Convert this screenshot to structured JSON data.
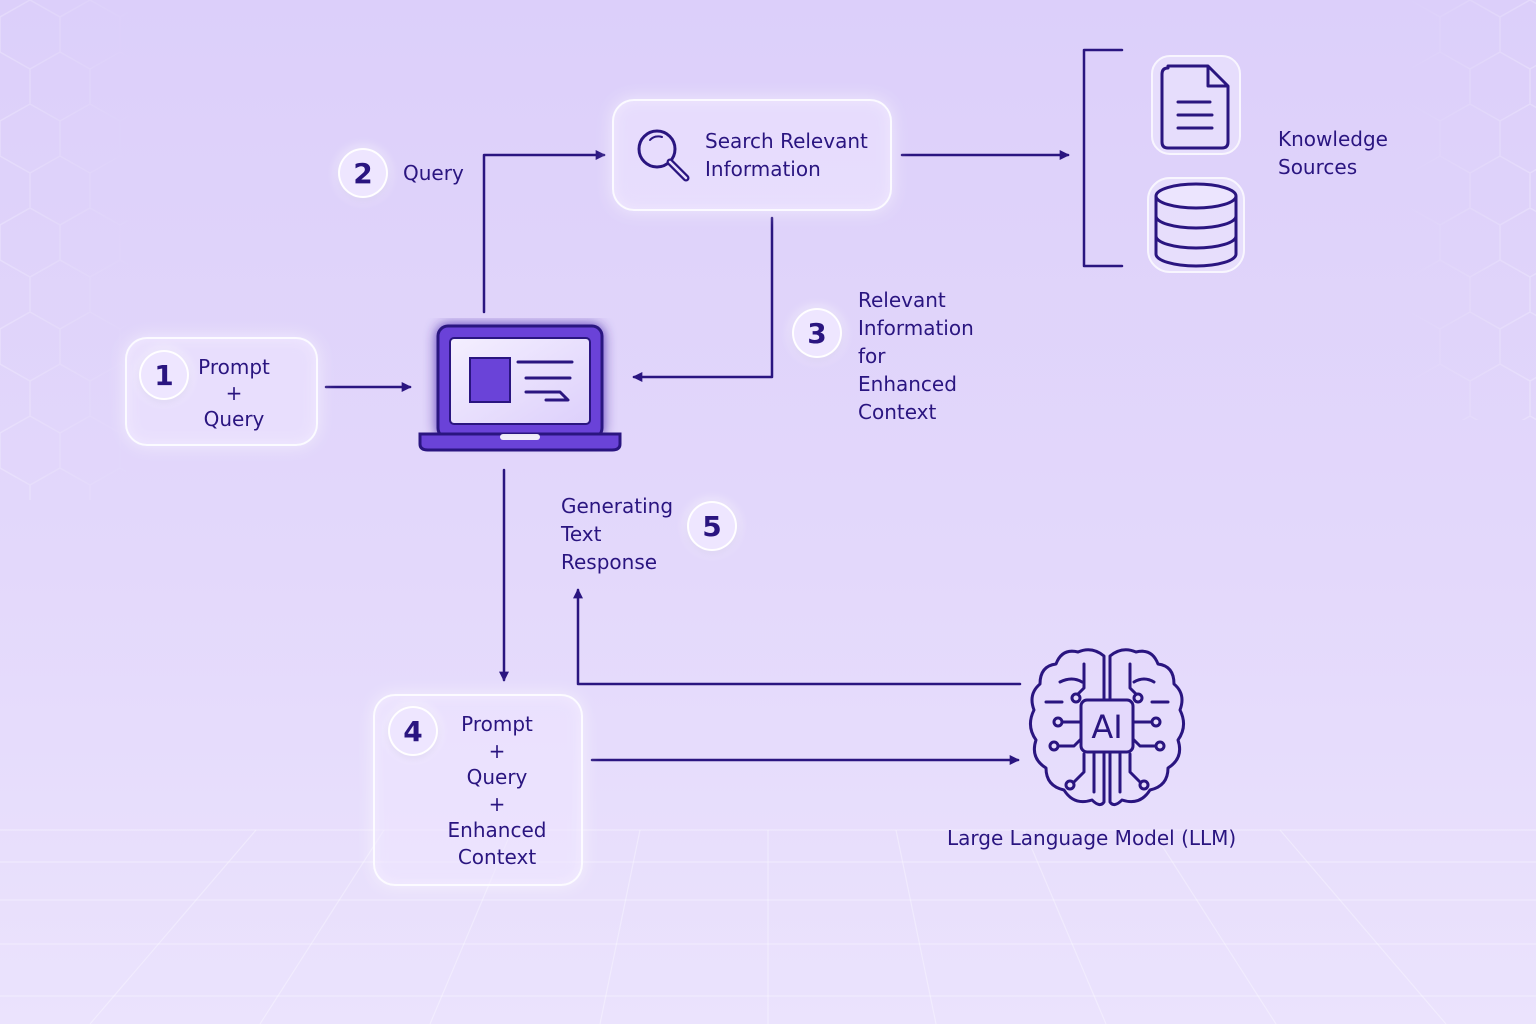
{
  "step1": {
    "number": "1",
    "lines": [
      "Prompt",
      "+",
      "Query"
    ]
  },
  "step2": {
    "number": "2",
    "label": "Query"
  },
  "search_box": {
    "lines": [
      "Search Relevant",
      "Information"
    ]
  },
  "knowledge": {
    "lines": [
      "Knowledge",
      "Sources"
    ]
  },
  "step3": {
    "number": "3",
    "lines": [
      "Relevant",
      "Information",
      "for",
      "Enhanced",
      "Context"
    ]
  },
  "step4": {
    "number": "4",
    "lines": [
      "Prompt",
      "+",
      "Query",
      "+",
      "Enhanced",
      "Context"
    ]
  },
  "step5": {
    "number": "5",
    "lines": [
      "Generating",
      "Text",
      "Response"
    ]
  },
  "llm": {
    "label": "Large Language Model (LLM)",
    "chip_text": "AI"
  },
  "icons": [
    "search-icon",
    "laptop-icon",
    "document-icon",
    "database-icon",
    "brain-ai-icon"
  ],
  "colors": {
    "accent": "#2a1580",
    "background": "#dccffa",
    "box_border": "#ffffff"
  }
}
